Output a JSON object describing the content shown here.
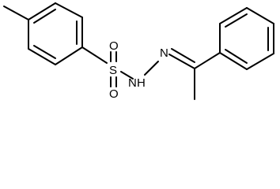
{
  "structure": {
    "atoms": {
      "sulfur": "S",
      "oxygen_top": "O",
      "oxygen_bottom": "O",
      "amine_nitrogen": "N",
      "amine_hydrogen": "H",
      "imine_nitrogen": "N"
    }
  }
}
